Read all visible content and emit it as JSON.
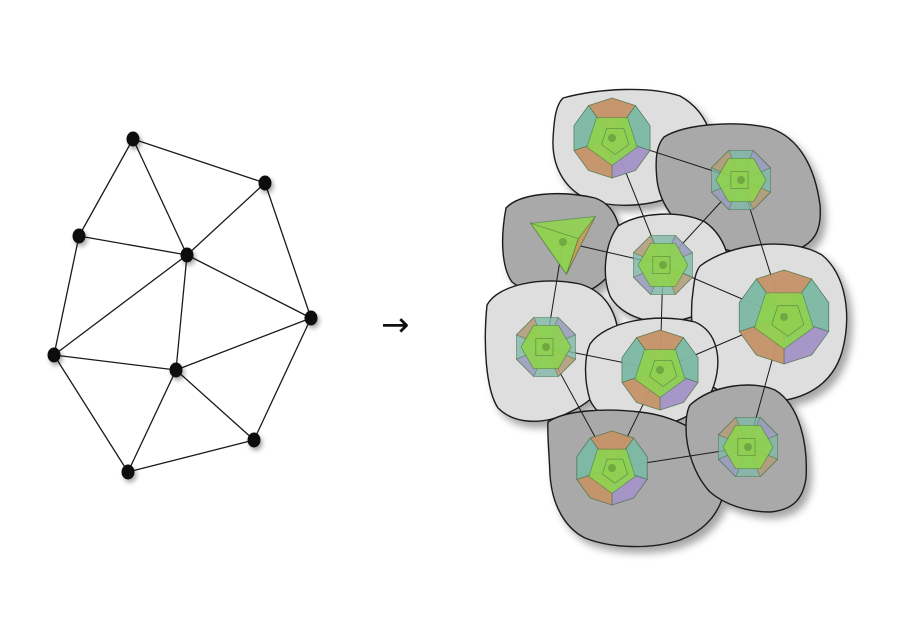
{
  "arrow": "→",
  "graph": {
    "nodes": [
      {
        "id": "n1"
      },
      {
        "id": "n2"
      },
      {
        "id": "n3"
      },
      {
        "id": "n4"
      },
      {
        "id": "n5"
      },
      {
        "id": "n6"
      },
      {
        "id": "n7"
      },
      {
        "id": "n8"
      },
      {
        "id": "n9"
      },
      {
        "id": "n10"
      }
    ],
    "edges": [
      [
        "n1",
        "n2"
      ],
      [
        "n1",
        "n3"
      ],
      [
        "n1",
        "n4"
      ],
      [
        "n3",
        "n4"
      ],
      [
        "n2",
        "n4"
      ],
      [
        "n2",
        "n6"
      ],
      [
        "n4",
        "n6"
      ],
      [
        "n3",
        "n5"
      ],
      [
        "n4",
        "n5"
      ],
      [
        "n4",
        "n7"
      ],
      [
        "n5",
        "n7"
      ],
      [
        "n6",
        "n7"
      ],
      [
        "n5",
        "n9"
      ],
      [
        "n7",
        "n9"
      ],
      [
        "n7",
        "n8"
      ],
      [
        "n6",
        "n8"
      ],
      [
        "n8",
        "n9"
      ]
    ]
  },
  "cells": [
    {
      "id": "c1",
      "tone": "light",
      "polyhedron": "dodecahedron"
    },
    {
      "id": "c2",
      "tone": "dark",
      "polyhedron": "truncated-octahedron"
    },
    {
      "id": "c3",
      "tone": "dark",
      "polyhedron": "tetrahedron"
    },
    {
      "id": "c4",
      "tone": "light",
      "polyhedron": "truncated-octahedron"
    },
    {
      "id": "c5",
      "tone": "light",
      "polyhedron": "dodecahedron"
    },
    {
      "id": "c6",
      "tone": "light",
      "polyhedron": "truncated-octahedron"
    },
    {
      "id": "c7",
      "tone": "light",
      "polyhedron": "dodecahedron"
    },
    {
      "id": "c8",
      "tone": "dark",
      "polyhedron": "dodecahedron"
    },
    {
      "id": "c9",
      "tone": "dark",
      "polyhedron": "truncated-octahedron"
    }
  ],
  "colors": {
    "polyhedron_face": "#8fd14f",
    "polyhedron_side_orange": "#d98a5a",
    "polyhedron_side_teal": "#7fb8a6",
    "polyhedron_side_purple": "#b08ad0",
    "cell_dark": "#a9a9a9",
    "cell_light": "#dedede"
  }
}
